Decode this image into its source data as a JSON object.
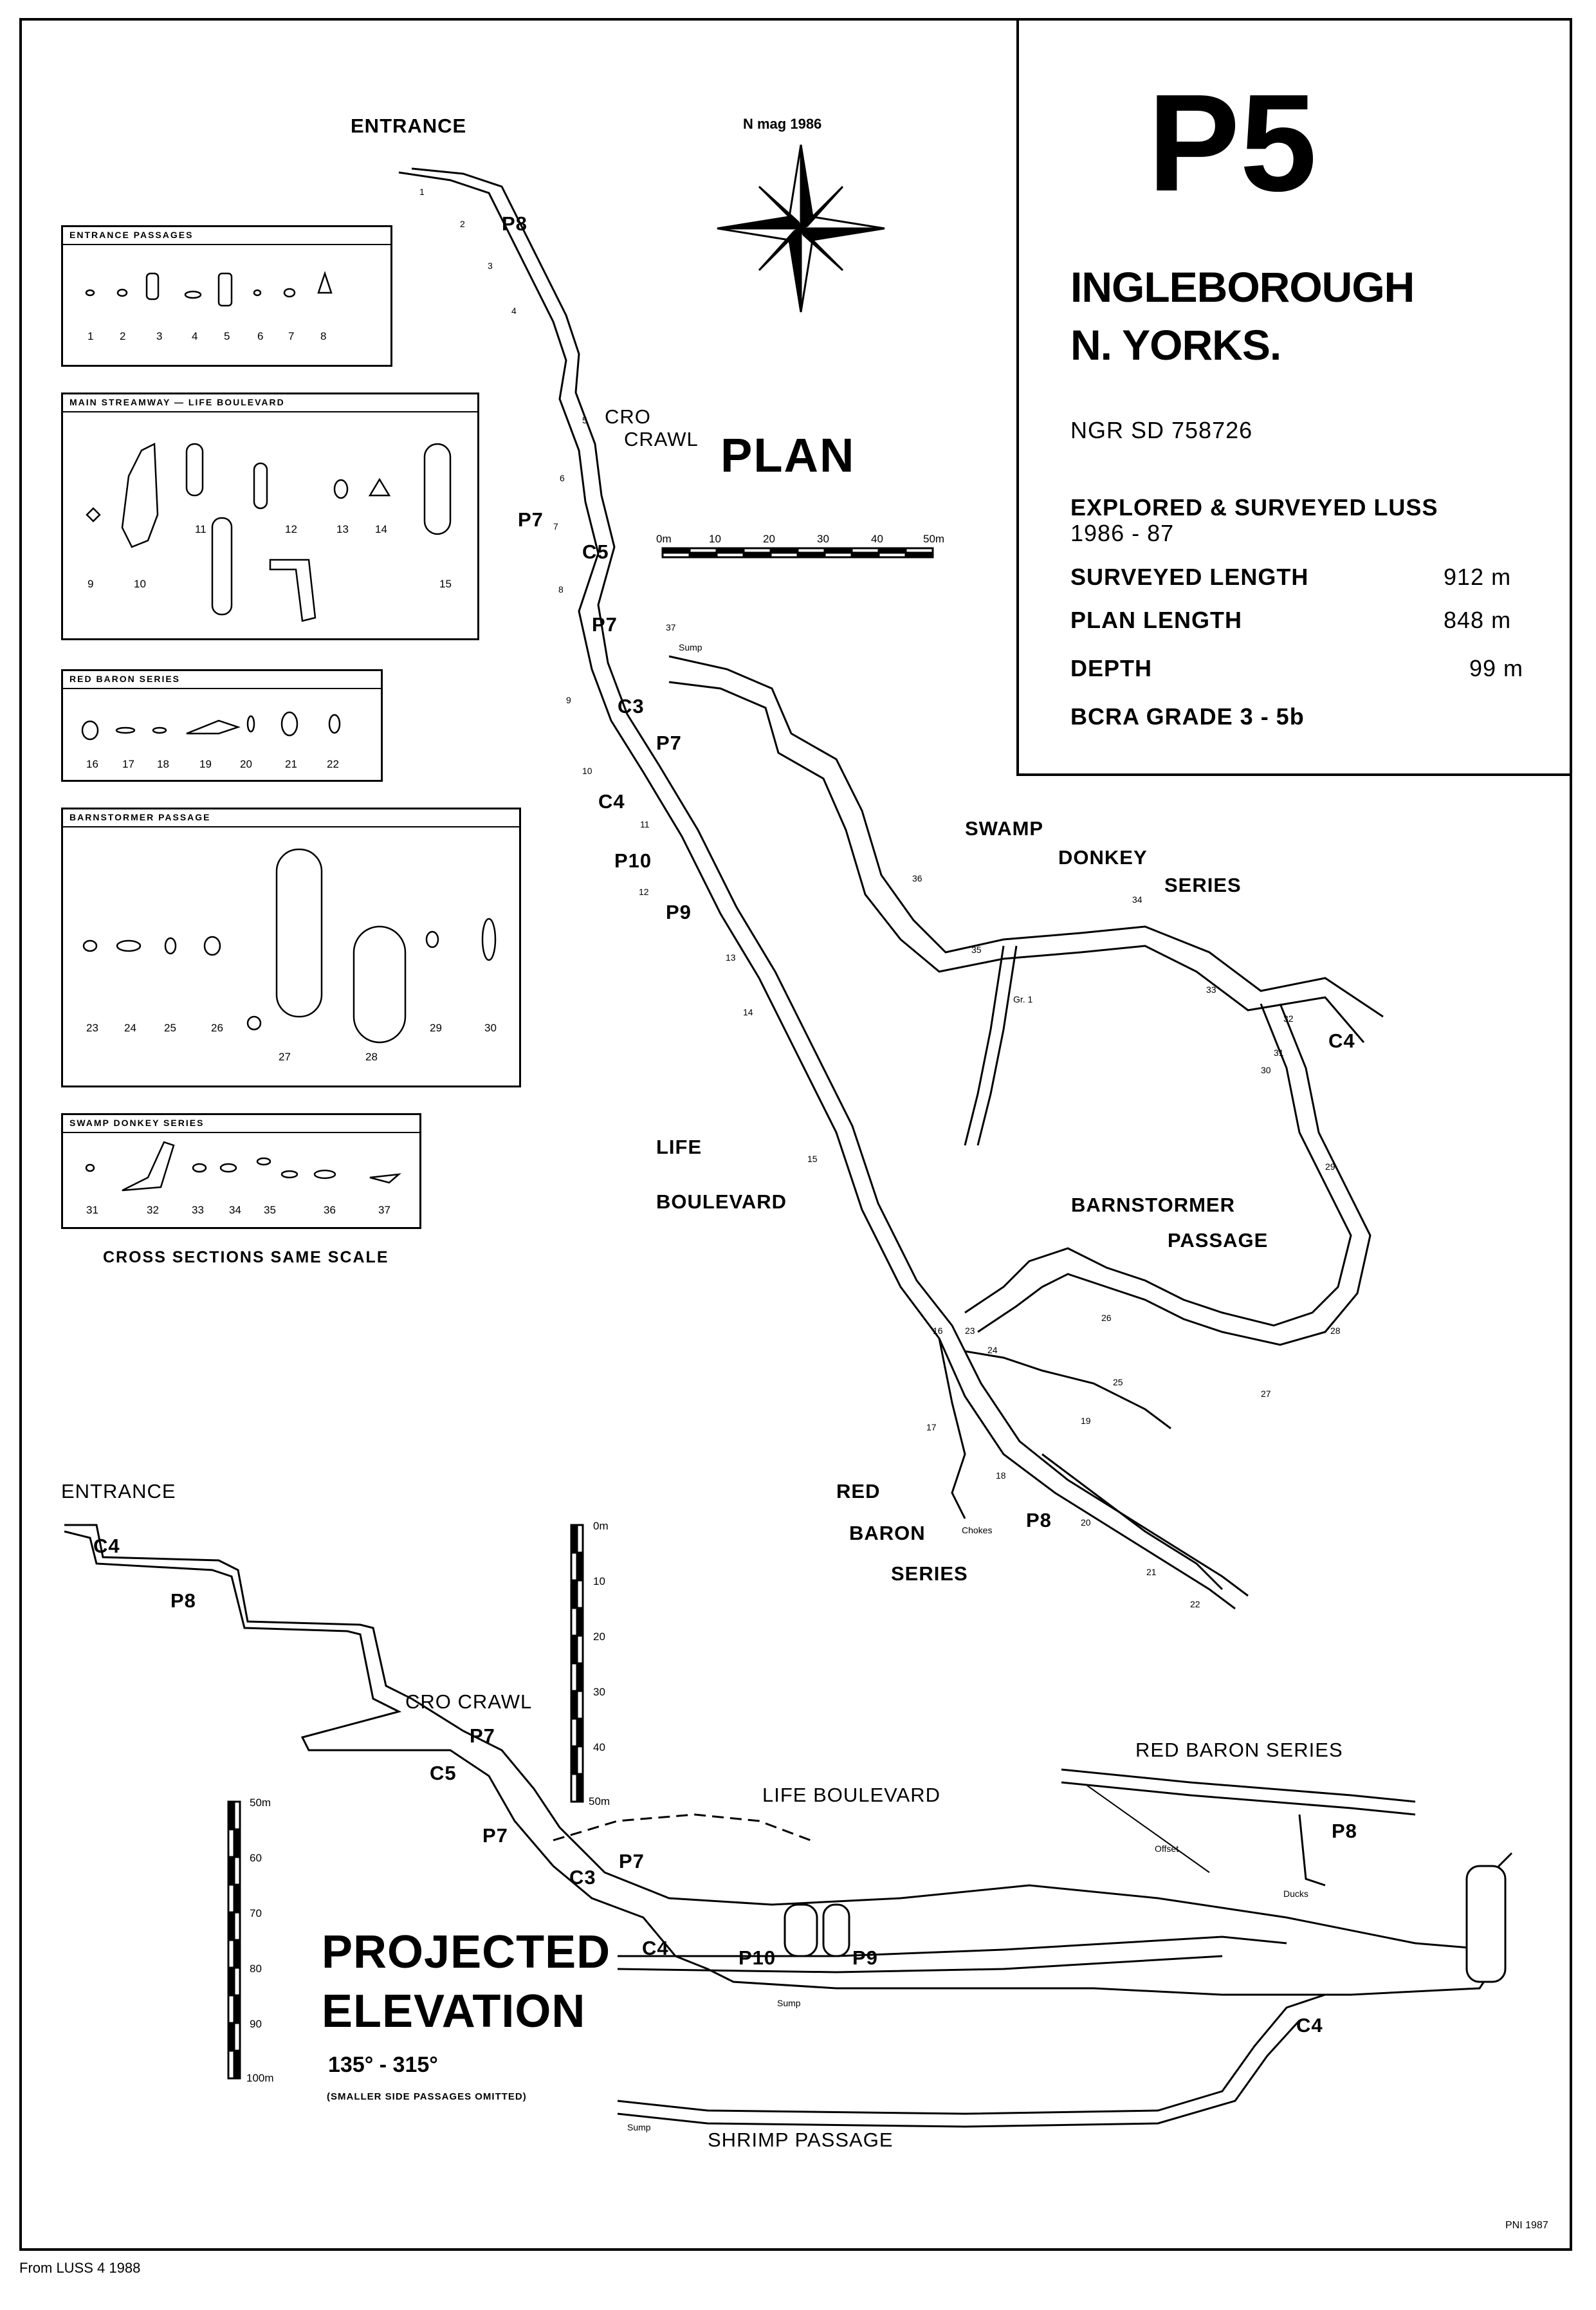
{
  "title": {
    "code": "P5",
    "location_line1": "INGLEBOROUGH",
    "location_line2": "N. YORKS.",
    "ngr": "NGR  SD 758726",
    "explored": "EXPLORED & SURVEYED    LUSS",
    "explored_years": "1986 - 87",
    "stats": [
      {
        "label": "SURVEYED LENGTH",
        "value": "912 m"
      },
      {
        "label": "PLAN LENGTH",
        "value": "848 m"
      },
      {
        "label": "DEPTH",
        "value": "99 m"
      }
    ],
    "grade": "BCRA GRADE  3 - 5b"
  },
  "north": "N mag 1986",
  "plan": {
    "heading": "PLAN",
    "labels": {
      "entrance": "ENTRANCE",
      "cro_crawl_1": "CRO",
      "cro_crawl_2": "CRAWL",
      "life": "LIFE",
      "boulevard": "BOULEVARD",
      "swamp": "SWAMP",
      "donkey": "DONKEY",
      "series": "SERIES",
      "barnstormer": "BARNSTORMER",
      "passage": "PASSAGE",
      "red": "RED",
      "baron": "BARON",
      "series2": "SERIES",
      "sump": "Sump",
      "chokes": "Chokes",
      "gr1": "Gr. 1"
    },
    "pitches": [
      "P8",
      "P7",
      "C5",
      "P7",
      "C3",
      "P7",
      "C4",
      "P10",
      "P9",
      "C4",
      "P8"
    ],
    "section_numbers": [
      "1",
      "2",
      "3",
      "4",
      "5",
      "6",
      "7",
      "8",
      "9",
      "10",
      "11",
      "12",
      "13",
      "14",
      "15",
      "16",
      "17",
      "18",
      "19",
      "20",
      "21",
      "22",
      "23",
      "24",
      "25",
      "26",
      "27",
      "28",
      "29",
      "30",
      "31",
      "32",
      "33",
      "34",
      "35",
      "36",
      "37"
    ],
    "scale": {
      "ticks": [
        "0m",
        "10",
        "20",
        "30",
        "40",
        "50m"
      ]
    }
  },
  "cross_sections": {
    "boxes": [
      {
        "title": "ENTRANCE  PASSAGES",
        "nums": [
          "1",
          "2",
          "3",
          "4",
          "5",
          "6",
          "7",
          "8"
        ]
      },
      {
        "title": "MAIN STREAMWAY — LIFE BOULEVARD",
        "nums": [
          "9",
          "10",
          "11",
          "12",
          "13",
          "14",
          "15"
        ]
      },
      {
        "title": "RED  BARON  SERIES",
        "nums": [
          "16",
          "17",
          "18",
          "19",
          "20",
          "21",
          "22"
        ]
      },
      {
        "title": "BARNSTORMER  PASSAGE",
        "nums": [
          "23",
          "24",
          "25",
          "26",
          "27",
          "28",
          "29",
          "30"
        ]
      },
      {
        "title": "SWAMP  DONKEY  SERIES",
        "nums": [
          "31",
          "32",
          "33",
          "34",
          "35",
          "36",
          "37"
        ]
      }
    ],
    "caption": "CROSS  SECTIONS  SAME  SCALE"
  },
  "elevation": {
    "heading1": "PROJECTED",
    "heading2": "ELEVATION",
    "bearing": "135° - 315°",
    "note": "(SMALLER SIDE PASSAGES OMITTED)",
    "labels": {
      "entrance": "ENTRANCE",
      "c4a": "C4",
      "p8a": "P8",
      "cro": "CRO CRAWL",
      "p7a": "P7",
      "c5": "C5",
      "p7b": "P7",
      "c3": "C3",
      "p7c": "P7",
      "c4b": "C4",
      "p10": "P10",
      "p9": "P9",
      "sump1": "Sump",
      "life": "LIFE BOULEVARD",
      "red": "RED  BARON  SERIES",
      "offset": "Offset",
      "p8b": "P8",
      "ducks": "Ducks",
      "c4c": "C4",
      "sump2": "Sump",
      "shrimp": "SHRIMP  PASSAGE"
    },
    "vscale1": [
      "0m",
      "10",
      "20",
      "30",
      "40",
      "50m"
    ],
    "vscale2": [
      "50m",
      "60",
      "70",
      "80",
      "90",
      "100m"
    ]
  },
  "footer": {
    "credit": "PNI  1987",
    "source": "From LUSS 4 1988"
  }
}
